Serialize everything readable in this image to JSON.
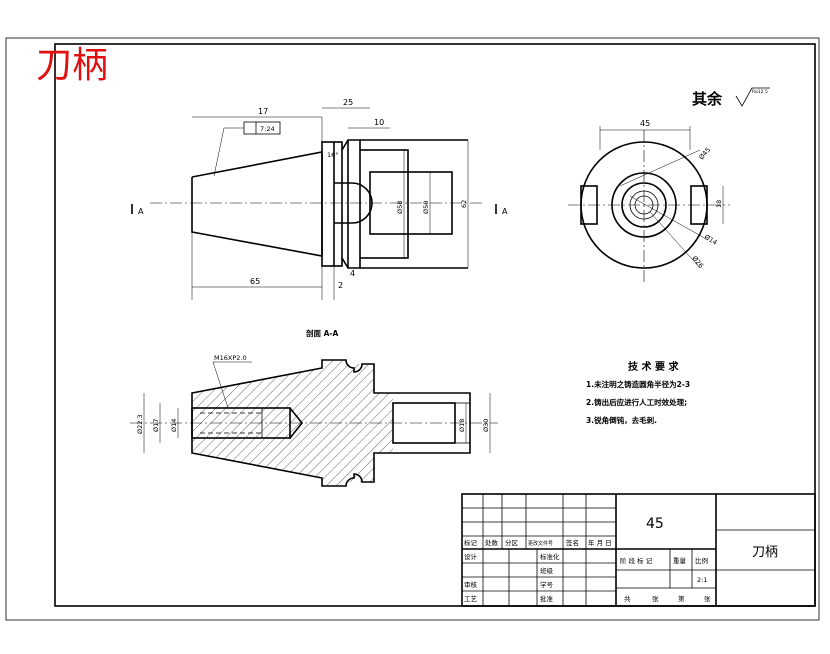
{
  "title_stamp": "刀柄",
  "roughness_note": {
    "prefix": "其余",
    "value": "Ra12.5"
  },
  "section_label": "剖面 A-A",
  "section_marks": [
    "A",
    "A"
  ],
  "dims_side": {
    "d17": "17",
    "d25": "25",
    "d10": "10",
    "d65": "65",
    "d2": "2",
    "d4": "4",
    "d58": "Ø58",
    "d50": "Ø50",
    "d62": "62",
    "angle": "16°",
    "taper_tol": "7:24"
  },
  "dims_front": {
    "w45": "45",
    "h18": "18",
    "d45": "Ø45",
    "d14": "Ø14",
    "d26": "Ø26"
  },
  "dims_section": {
    "thread": "M16XP2.0",
    "d22": "Ø22.3",
    "d17": "Ø17",
    "d14": "Ø14",
    "d18": "Ø18",
    "d30": "Ø30"
  },
  "tech_req": {
    "title": "技 术 要 求",
    "items": [
      "1.未注明之铸造圆角半径为2-3",
      "2.铸出后应进行人工时效处理;",
      "3.锐角倒钝，去毛刺."
    ]
  },
  "title_block": {
    "material": "45",
    "part_name": "刀柄",
    "headers": [
      "标记",
      "处数",
      "分区",
      "更改文件号",
      "签名",
      "年 月 日"
    ],
    "rows": [
      "设计",
      "审核",
      "工艺"
    ],
    "mid_labels": [
      "标准化",
      "批准",
      "班级",
      "学号"
    ],
    "stage_labels": [
      "阶 段 标 记",
      "重量",
      "比例"
    ],
    "scale": "2:1",
    "sheet": [
      "共",
      "张",
      "第",
      "张"
    ]
  }
}
